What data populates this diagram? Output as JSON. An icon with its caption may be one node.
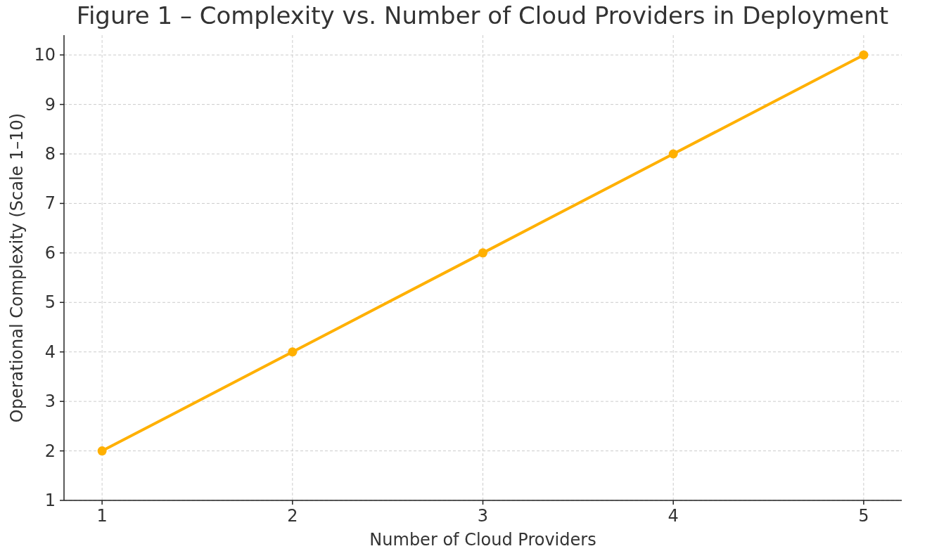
{
  "diagram": {
    "title": "Figure 1 – Complexity vs. Number of Cloud Providers in Deployment",
    "chart_data": {
      "type": "line",
      "xlabel": "Number of Cloud Providers",
      "ylabel": "Operational Complexity (Scale 1–10)",
      "x": [
        1,
        2,
        3,
        4,
        5
      ],
      "series": [
        {
          "color": "#ffb000",
          "marker": "circle",
          "values": [
            2,
            4,
            6,
            8,
            10
          ]
        }
      ],
      "grid": true,
      "xlim": [
        0.8,
        5.2
      ],
      "ylim": [
        1,
        10.4
      ],
      "xticks": [
        1,
        2,
        3,
        4,
        5
      ],
      "yticks": [
        1,
        2,
        3,
        4,
        5,
        6,
        7,
        8,
        9,
        10
      ]
    }
  }
}
